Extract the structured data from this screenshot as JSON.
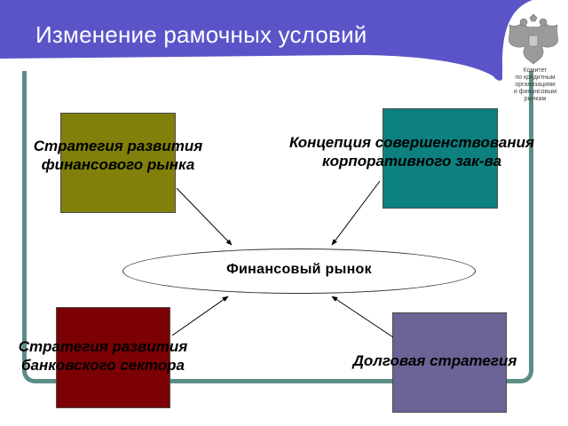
{
  "title": "Изменение рамочных условий",
  "center": "Финансовый рынок",
  "boxes": {
    "top_left": {
      "lines": [
        "Стратегия развития",
        "финансового рынка"
      ],
      "color": "#80800b"
    },
    "top_right": {
      "lines": [
        "Концепция совершенствования",
        "корпоративного зак-ва"
      ],
      "color": "#0d8080"
    },
    "bottom_left": {
      "lines": [
        "Стратегия развития",
        "банковского сектора"
      ],
      "color": "#7c0105"
    },
    "bottom_right": {
      "lines": [
        "Долговая стратегия"
      ],
      "color": "#6a6596"
    }
  },
  "emblem": {
    "icon": "double-headed-eagle-icon",
    "caption": [
      "Комитет",
      "по кредитным",
      "организациям",
      "и финансовым",
      "рынкам"
    ]
  },
  "colors": {
    "title_band": "#5b54c8",
    "frame": "#5c8d87"
  }
}
